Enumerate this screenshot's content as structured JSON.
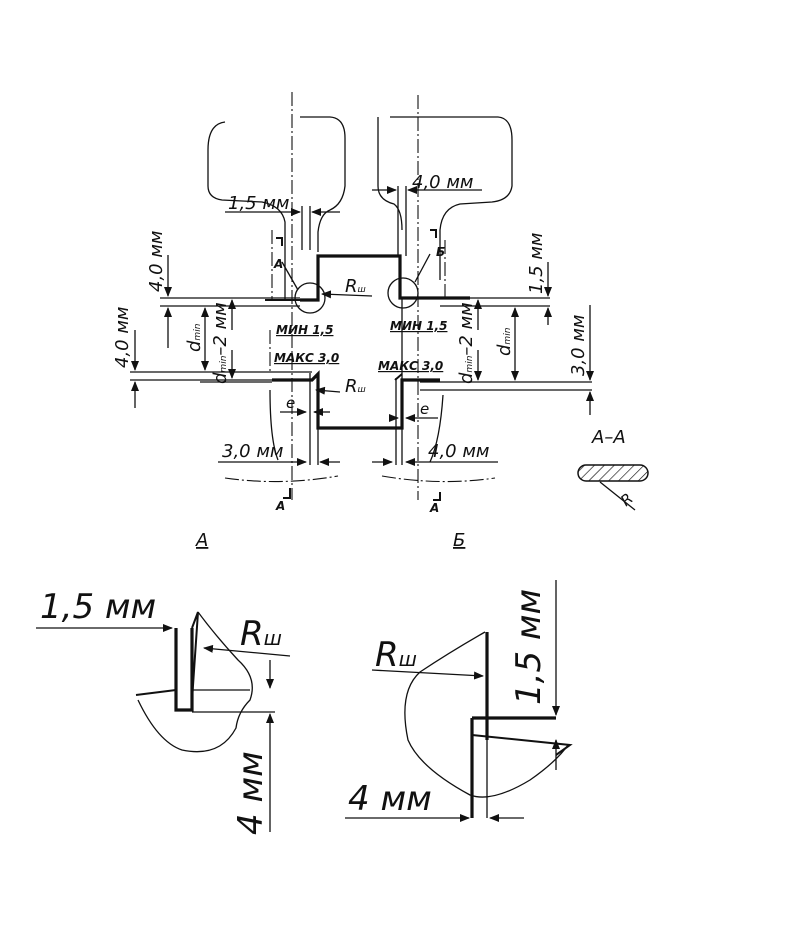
{
  "upper": {
    "dim_1_5_left": "1,5 мм",
    "dim_4_0_top": "4,0 мм",
    "dim_4_0_left_v": "4,0 мм",
    "dim_4_0_far_left_v": "4,0 мм",
    "dim_dmin_left": "d",
    "dim_dmin_left_sub": "min",
    "dim_dmin_minus_left": "d",
    "dim_dmin_minus_left_sub": "min",
    "dim_dmin_minus_left_tail": "–2 мм",
    "label_min_left": "МИН 1,5",
    "label_max_left": "МАКС 3,0",
    "label_min_right": "МИН 1,5",
    "label_max_right": "МАКС 3,0",
    "r_upper": "R",
    "r_upper_sub": "ш",
    "r_lower": "R",
    "r_lower_sub": "ш",
    "e_left": "e",
    "e_right": "e",
    "dim_3_0_bottom": "3,0 мм",
    "dim_4_0_bottom": "4,0 мм",
    "dim_1_5_right_v": "1,5 мм",
    "dim_3_0_right_v": "3,0 мм",
    "dim_dmin_right": "d",
    "dim_dmin_right_sub": "min",
    "dim_dmin_minus_right": "d",
    "dim_dmin_minus_right_sub": "min",
    "dim_dmin_minus_right_tail": "–2 мм",
    "callout_a": "A",
    "callout_b": "Б",
    "section_mark_left": "A",
    "section_mark_right": "A",
    "section_title": "А–А",
    "section_r": "R",
    "view_a": "А",
    "view_b": "Б"
  },
  "detail_a": {
    "dim_1_5": "1,5 мм",
    "r": "R",
    "r_sub": "ш",
    "dim_4": "4 мм"
  },
  "detail_b": {
    "r": "R",
    "r_sub": "ш",
    "dim_1_5": "1,5 мм",
    "dim_4": "4 мм"
  }
}
